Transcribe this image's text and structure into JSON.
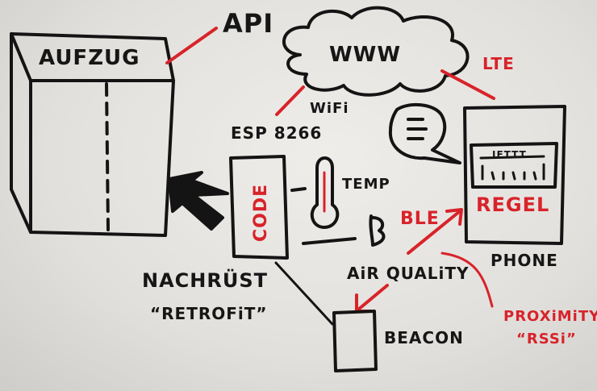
{
  "labels": {
    "aufzug": "AUFZUG",
    "api": "API",
    "www": "WWW",
    "lte": "LTE",
    "wifi": "WiFi",
    "esp": "ESP 8266",
    "code": "CODE",
    "temp": "TEMP",
    "ifttt": "IFTTT",
    "regel": "REGEL",
    "ble": "BLE",
    "air_quality": "AiR QUALiTY",
    "phone": "PHONE",
    "nachruest": "NACHRÜST",
    "retrofit": "“RETROFiT”",
    "beacon": "BEACON",
    "proximity": "PROXiMiTY",
    "rssi": "“RSSi”"
  },
  "colors": {
    "ink": "#141414",
    "red_marker": "#d8232a",
    "paper": "#e9e7e3"
  }
}
